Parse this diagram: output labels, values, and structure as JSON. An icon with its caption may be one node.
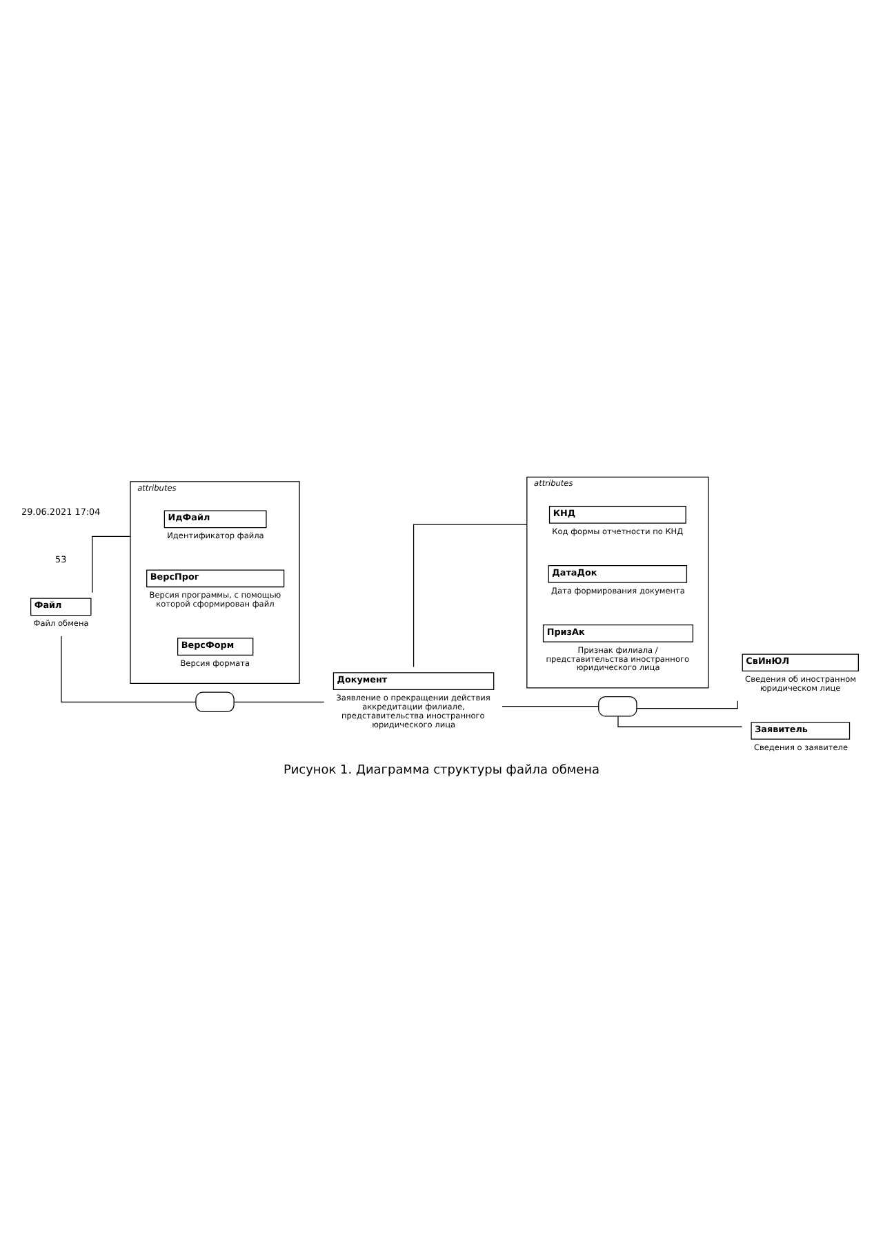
{
  "diagram": {
    "caption": "Рисунок 1. Диаграмма структуры файла обмена",
    "nodes": [
      {
        "text": [
          "Файл"
        ],
        "beside": [
          "Файл обмена"
        ]
      },
      {
        "text": [
          "attributes"
        ]
      },
      {
        "text": [
          "ИдФайл"
        ],
        "in": 1,
        "beside": [
          "Идентификатор файла"
        ]
      },
      {
        "text": [
          "ВерсПрог"
        ],
        "in": 1,
        "beside": [
          "Версия программы, с помощью которой сформирован файл"
        ]
      },
      {
        "text": [
          "ВерсФорм"
        ],
        "in": 1,
        "beside": [
          "Версия формата"
        ]
      },
      {
        "text": [],
        "shape": "box"
      },
      {
        "text": [
          "Документ"
        ],
        "beside": [
          "Заявление о прекращении действия аккредитации филиале, представительства иностранного юридического лица"
        ]
      },
      {
        "text": [
          "attributes"
        ]
      },
      {
        "text": [
          "КНД"
        ],
        "in": 7,
        "beside": [
          "Код формы отчетности по КНД"
        ]
      },
      {
        "text": [
          "ДатаДок"
        ],
        "in": 7,
        "beside": [
          "Дата формирования документа"
        ]
      },
      {
        "text": [
          "ПризАк"
        ],
        "in": 7,
        "beside": [
          "Признак филиала / представительства иностранного юридического лица"
        ]
      },
      {
        "text": [],
        "shape": "box"
      },
      {
        "text": [
          "СвИнЮЛ"
        ],
        "beside": [
          "Сведения об иностранном юридическом лице"
        ]
      },
      {
        "text": [
          "Заявитель"
        ],
        "beside": [
          "Сведения о заявителе"
        ]
      }
    ],
    "edges": [
      {
        "from": 0,
        "to": 1,
        "arrow": "none"
      },
      {
        "from": 0,
        "to": 5,
        "arrow": "none"
      },
      {
        "from": 5,
        "to": 6,
        "arrow": "none"
      },
      {
        "from": 6,
        "to": 7,
        "arrow": "none"
      },
      {
        "from": 6,
        "to": 11,
        "arrow": "none"
      },
      {
        "from": 11,
        "to": 12,
        "arrow": "none"
      },
      {
        "from": 11,
        "to": 13,
        "arrow": "none"
      }
    ],
    "labels": [
      "53",
      "29.06.2021 17:04"
    ]
  }
}
